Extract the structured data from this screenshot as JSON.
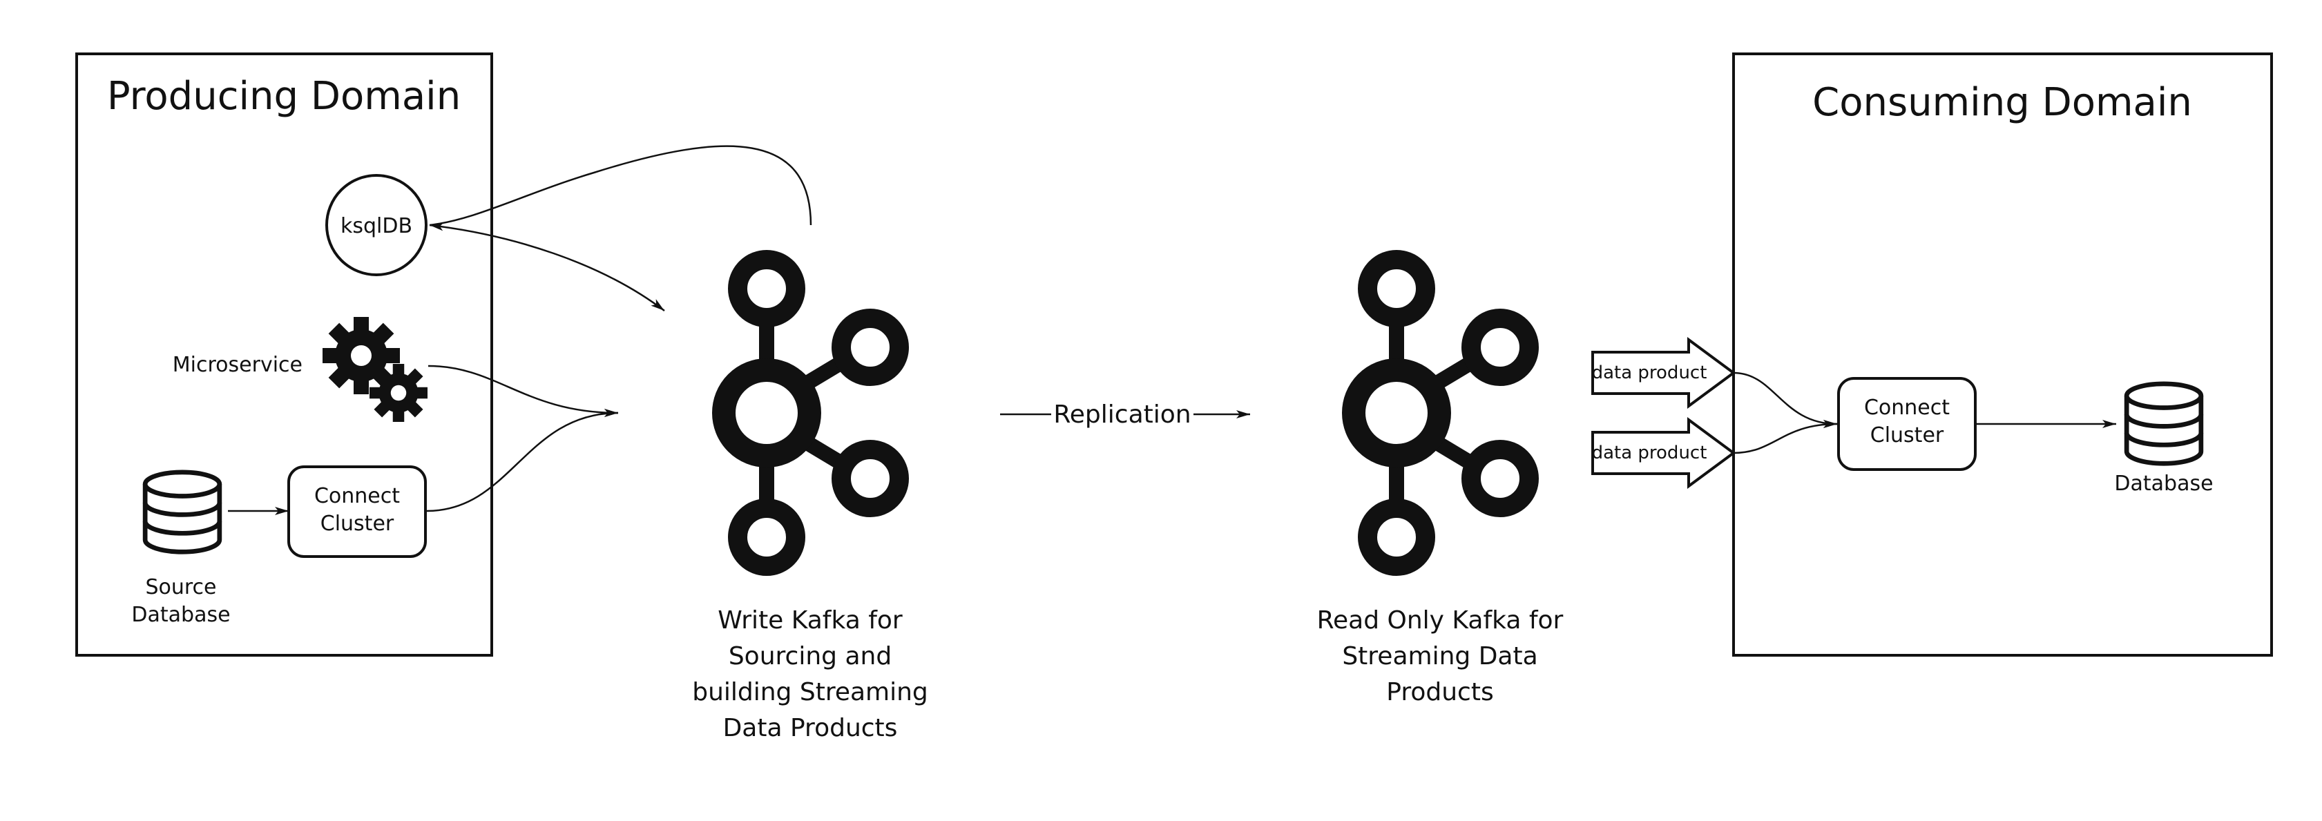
{
  "producing_domain": {
    "title": "Producing Domain",
    "ksqldb": "ksqlDB",
    "microservice": "Microservice",
    "connect_cluster": [
      "Connect",
      "Cluster"
    ],
    "source_database": [
      "Source",
      "Database"
    ]
  },
  "write_kafka": {
    "label": [
      "Write Kafka for",
      "Sourcing and",
      "building Streaming",
      "Data Products"
    ]
  },
  "replication": {
    "label": "Replication"
  },
  "read_kafka": {
    "label": [
      "Read Only Kafka for",
      "Streaming Data",
      "Products"
    ]
  },
  "consuming_domain": {
    "title": "Consuming Domain",
    "data_products": [
      "data product",
      "data product"
    ],
    "connect_cluster": [
      "Connect",
      "Cluster"
    ],
    "database": "Database"
  },
  "icons": {
    "kafka": "kafka-icon",
    "gears": "gears-icon",
    "database": "database-icon"
  },
  "colors": {
    "ink": "#111111",
    "background": "#ffffff"
  }
}
